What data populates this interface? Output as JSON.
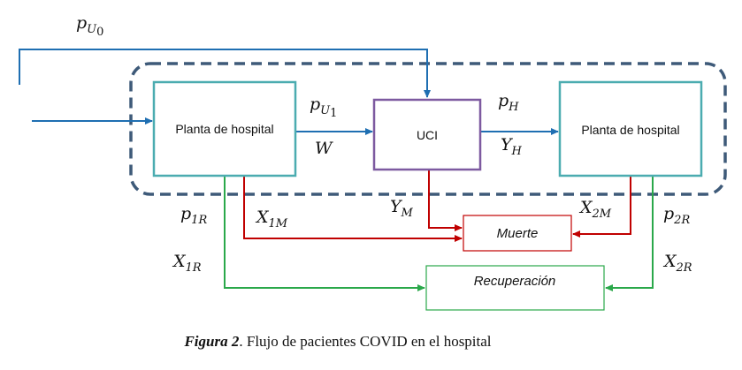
{
  "boxes": {
    "planta_left": "Planta de hospital",
    "uci": "UCI",
    "planta_right": "Planta de hospital",
    "muerte": "Muerte",
    "recuperacion": "Recuperación"
  },
  "labels": {
    "pU0": {
      "base": "p",
      "sub": "U",
      "subsub": "0"
    },
    "pU1": {
      "base": "p",
      "sub": "U",
      "subsub": "1"
    },
    "W": {
      "base": "W"
    },
    "pH": {
      "base": "p",
      "sub": "H"
    },
    "YH": {
      "base": "Y",
      "sub": "H"
    },
    "p1R": {
      "base": "p",
      "sub": "1R"
    },
    "X1M": {
      "base": "X",
      "sub": "1M"
    },
    "X1R": {
      "base": "X",
      "sub": "1R"
    },
    "YM": {
      "base": "Y",
      "sub": "M"
    },
    "X2M": {
      "base": "X",
      "sub": "2M"
    },
    "p2R": {
      "base": "p",
      "sub": "2R"
    },
    "X2R": {
      "base": "X",
      "sub": "2R"
    }
  },
  "caption": {
    "prefix": "Figura 2",
    "text": ". Flujo de pacientes COVID en el hospital"
  },
  "colors": {
    "blue": "#1f6fb2",
    "teal": "#4bacb0",
    "purple": "#7d5aa0",
    "red": "#c00000",
    "green": "#2aa84a",
    "dashed": "#3e5a79"
  }
}
